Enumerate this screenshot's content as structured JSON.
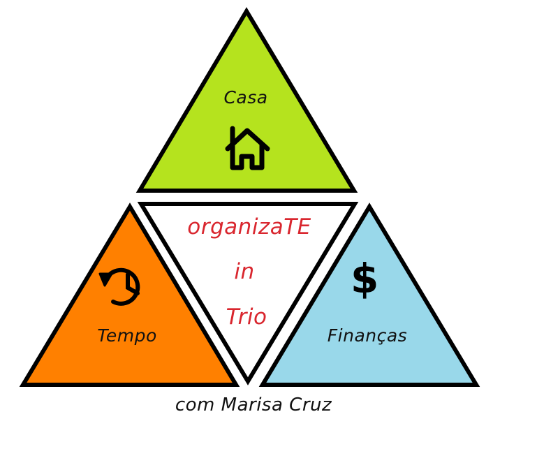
{
  "diagram": {
    "title_lines": [
      "organizaTE",
      "in",
      "Trio"
    ],
    "footer": "com Marisa Cruz",
    "sections": [
      {
        "id": "casa",
        "label": "Casa",
        "icon": "house-icon",
        "color": "#b5e31e",
        "position": "top"
      },
      {
        "id": "tempo",
        "label": "Tempo",
        "icon": "clock-history-icon",
        "color": "#ff8000",
        "position": "bottom-left"
      },
      {
        "id": "financas",
        "label": "Finanças",
        "icon": "dollar-sign-icon",
        "color": "#99d8ea",
        "position": "bottom-right"
      }
    ],
    "center": {
      "color": "#ffffff",
      "text_color": "#d9262e"
    },
    "outline_color": "#000000"
  }
}
